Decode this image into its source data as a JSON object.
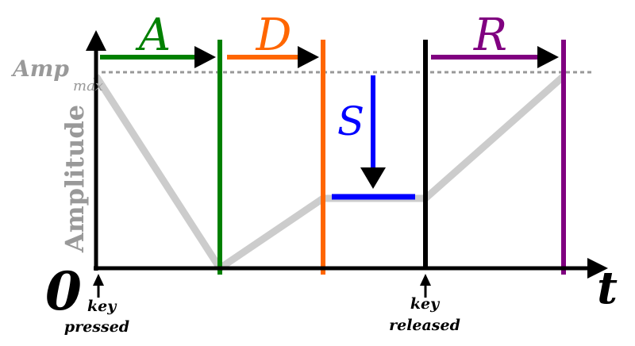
{
  "labels": {
    "attack": "A",
    "decay": "D",
    "sustain": "S",
    "release": "R",
    "amp": "Amp",
    "amp_sub": "max",
    "amplitude": "Amplitude",
    "origin": "0",
    "time": "t",
    "key_pressed_1": "key",
    "key_pressed_2": "pressed",
    "key_released_1": "key",
    "key_released_2": "released"
  },
  "colors": {
    "attack": "#008000",
    "decay": "#ff6600",
    "sustain": "#0000ff",
    "release": "#800080",
    "envelope": "#cccccc",
    "axis": "#000000",
    "label_gray": "#999999"
  }
}
